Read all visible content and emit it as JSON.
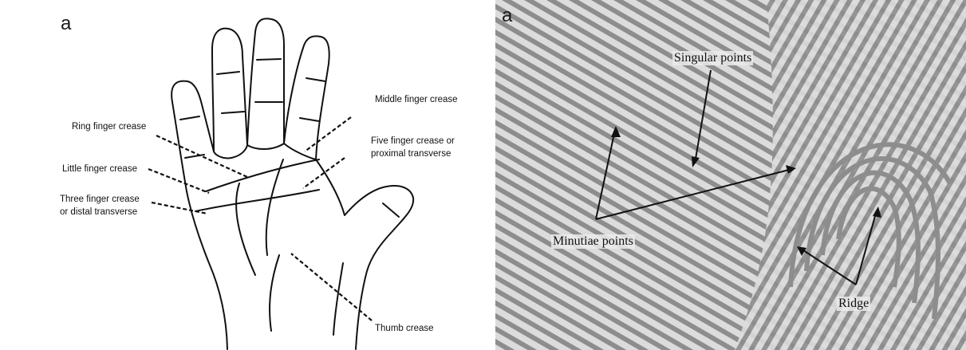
{
  "left": {
    "letter": "a",
    "labels": {
      "middle": "Middle finger crease",
      "ring": "Ring finger crease",
      "five_1": "Five finger crease or",
      "five_2": "proximal transverse",
      "little": "Little finger crease",
      "three_1": "Three finger crease",
      "three_2": "or distal transverse",
      "thumb": "Thumb crease"
    }
  },
  "right": {
    "letter": "a",
    "labels": {
      "singular": "Singular points",
      "minutiae": "Minutiae points",
      "ridge": "Ridge"
    }
  },
  "colors": {
    "ink": "#111111",
    "ridge": "#8f8f8f",
    "valley": "#dedede"
  }
}
